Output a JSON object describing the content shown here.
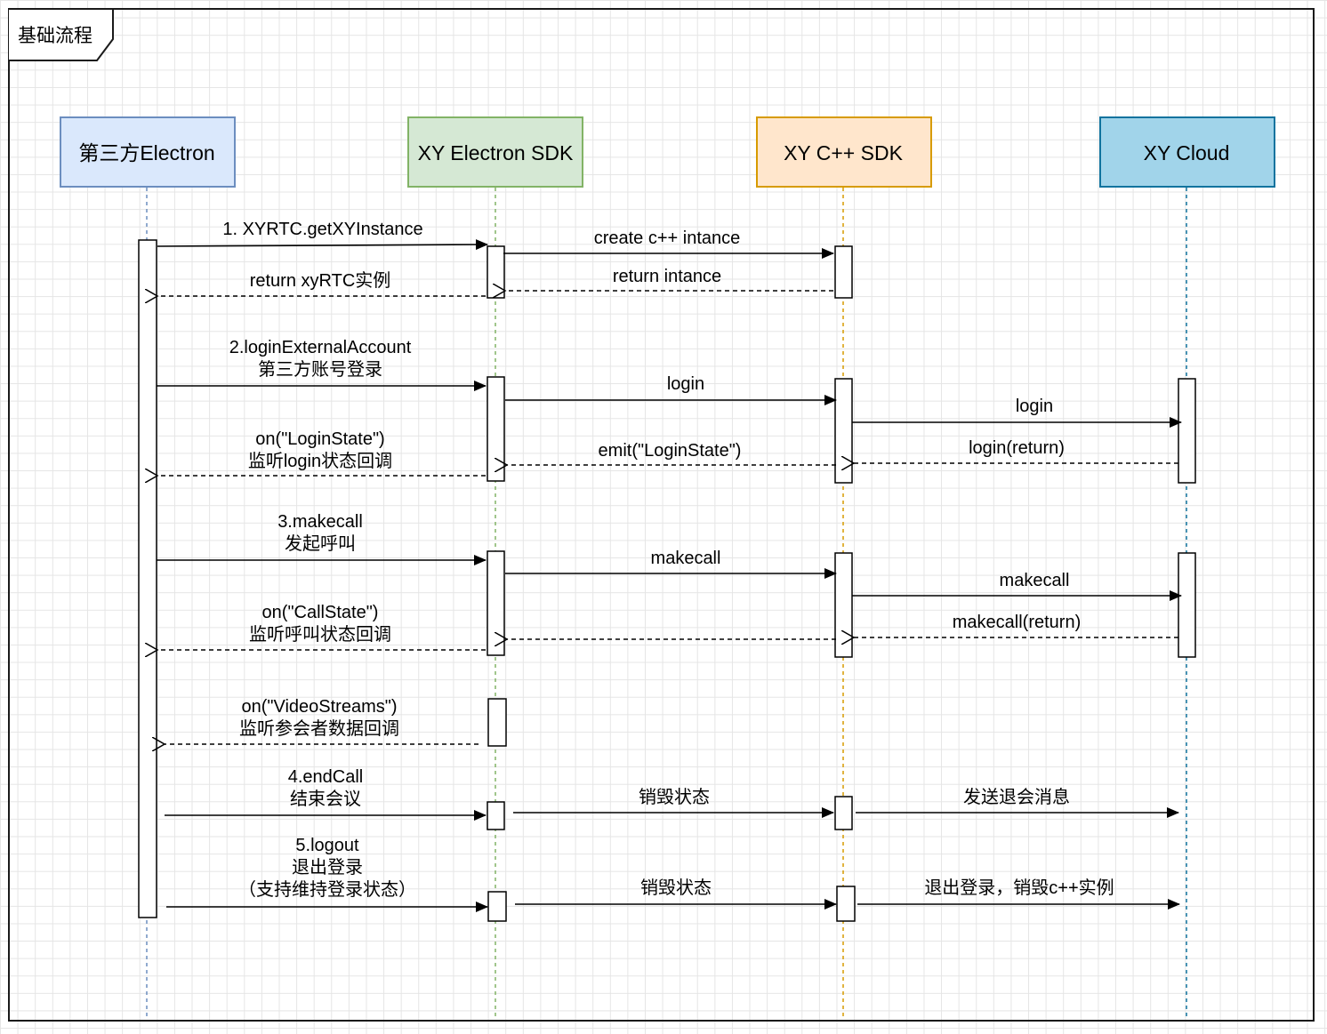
{
  "frame": {
    "title": "基础流程"
  },
  "participants": [
    {
      "id": "p1",
      "label": "第三方Electron",
      "fill": "#dae8fc",
      "stroke": "#6c8ebf",
      "lifeline": "#6c8ebf"
    },
    {
      "id": "p2",
      "label": "XY Electron SDK",
      "fill": "#d5e8d4",
      "stroke": "#82b366",
      "lifeline": "#82b366"
    },
    {
      "id": "p3",
      "label": "XY C++ SDK",
      "fill": "#ffe6cc",
      "stroke": "#d79b00",
      "lifeline": "#d79b00"
    },
    {
      "id": "p4",
      "label": "XY Cloud",
      "fill": "#a1d4ea",
      "stroke": "#10739e",
      "lifeline": "#10739e"
    }
  ],
  "messages": [
    {
      "id": "m1",
      "from": "p1",
      "to": "p2",
      "kind": "call",
      "lines": [
        "1. XYRTC.getXYInstance"
      ]
    },
    {
      "id": "m2",
      "from": "p2",
      "to": "p3",
      "kind": "call",
      "lines": [
        "create c++ intance"
      ]
    },
    {
      "id": "m3",
      "from": "p3",
      "to": "p2",
      "kind": "return",
      "lines": [
        "return intance"
      ]
    },
    {
      "id": "m4",
      "from": "p2",
      "to": "p1",
      "kind": "return",
      "lines": [
        "return xyRTC实例"
      ]
    },
    {
      "id": "m5",
      "from": "p1",
      "to": "p2",
      "kind": "call",
      "lines": [
        "2.loginExternalAccount",
        "第三方账号登录"
      ]
    },
    {
      "id": "m6",
      "from": "p2",
      "to": "p3",
      "kind": "call",
      "lines": [
        "login"
      ]
    },
    {
      "id": "m7",
      "from": "p3",
      "to": "p4",
      "kind": "call",
      "lines": [
        "login"
      ]
    },
    {
      "id": "m8",
      "from": "p4",
      "to": "p3",
      "kind": "return",
      "lines": [
        "login(return)"
      ]
    },
    {
      "id": "m9",
      "from": "p3",
      "to": "p2",
      "kind": "return",
      "lines": [
        "emit(\"LoginState\")"
      ]
    },
    {
      "id": "m10",
      "from": "p2",
      "to": "p1",
      "kind": "return",
      "lines": [
        "on(\"LoginState\")",
        "监听login状态回调"
      ]
    },
    {
      "id": "m11",
      "from": "p1",
      "to": "p2",
      "kind": "call",
      "lines": [
        "3.makecall",
        "发起呼叫"
      ]
    },
    {
      "id": "m12",
      "from": "p2",
      "to": "p3",
      "kind": "call",
      "lines": [
        "makecall"
      ]
    },
    {
      "id": "m13",
      "from": "p3",
      "to": "p4",
      "kind": "call",
      "lines": [
        "makecall"
      ]
    },
    {
      "id": "m14",
      "from": "p4",
      "to": "p3",
      "kind": "return",
      "lines": [
        "makecall(return)"
      ]
    },
    {
      "id": "m15",
      "from": "p3",
      "to": "p2",
      "kind": "return",
      "lines": [
        ""
      ]
    },
    {
      "id": "m16",
      "from": "p2",
      "to": "p1",
      "kind": "return",
      "lines": [
        "on(\"CallState\")",
        "监听呼叫状态回调"
      ]
    },
    {
      "id": "m17",
      "from": "p2",
      "to": "p1",
      "kind": "return",
      "lines": [
        "on(\"VideoStreams\")",
        "监听参会者数据回调"
      ]
    },
    {
      "id": "m18",
      "from": "p1",
      "to": "p2",
      "kind": "call",
      "lines": [
        "4.endCall",
        "结束会议"
      ]
    },
    {
      "id": "m19",
      "from": "p2",
      "to": "p3",
      "kind": "call",
      "lines": [
        "销毁状态"
      ]
    },
    {
      "id": "m20",
      "from": "p3",
      "to": "p4",
      "kind": "call",
      "lines": [
        "发送退会消息"
      ]
    },
    {
      "id": "m21",
      "from": "p1",
      "to": "p2",
      "kind": "call",
      "lines": [
        "5.logout",
        "退出登录",
        "（支持维持登录状态）"
      ]
    },
    {
      "id": "m22",
      "from": "p2",
      "to": "p3",
      "kind": "call",
      "lines": [
        "销毁状态"
      ]
    },
    {
      "id": "m23",
      "from": "p3",
      "to": "p4",
      "kind": "call",
      "lines": [
        "退出登录，销毁c++实例"
      ]
    }
  ]
}
